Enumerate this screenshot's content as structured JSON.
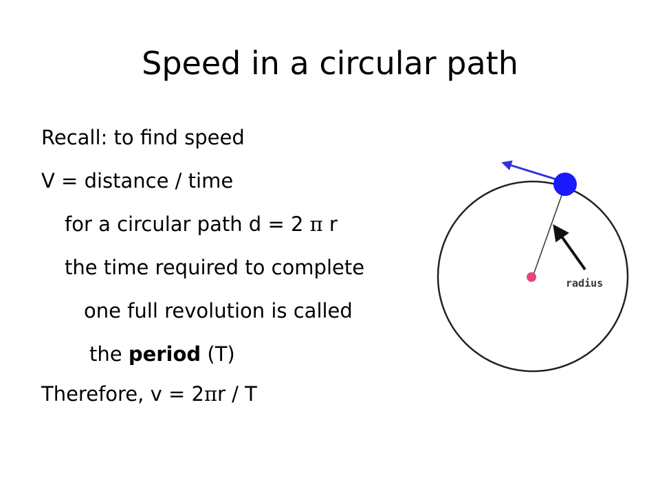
{
  "slide": {
    "title": "Speed in a circular path",
    "lines": {
      "recall": "Recall:  to find speed",
      "formula": "V = distance / time",
      "circular_prefix": "for a circular path d = 2 ",
      "pi": "π",
      "circular_suffix": " r",
      "time_required": "the time required to complete",
      "revolution": "one full revolution is called",
      "period_prefix": "the ",
      "period_word": "period",
      "period_suffix": " (T)",
      "therefore_prefix": "Therefore,   v = 2",
      "therefore_suffix": "r / T"
    }
  },
  "diagram": {
    "label": "radius",
    "colors": {
      "outline": "#222222",
      "object": "#1a1aff",
      "velocity_arrow": "#3333dd",
      "center": "#e8457a",
      "radius_pointer": "#111111"
    }
  }
}
